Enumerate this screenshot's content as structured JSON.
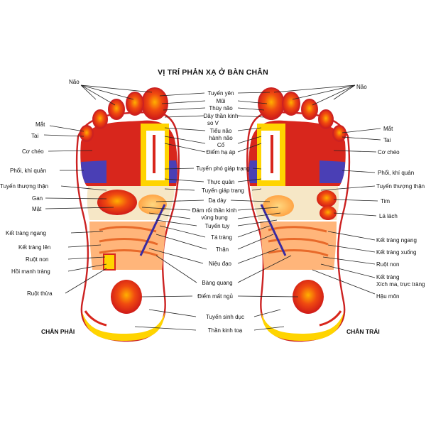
{
  "title": "VỊ TRÍ PHẢN XẠ Ở BÀN CHÂN",
  "captions": {
    "right_foot": "CHÂN PHẢI",
    "left_foot": "CHÂN TRÁI"
  },
  "labels": {
    "left_side": [
      "Não",
      "Mắt",
      "Tai",
      "Cơ chéo",
      "Phổi, khí quản",
      "Tuyến thượng thận",
      "Gan",
      "Mật",
      "Kết tràng ngang",
      "Kết tràng lên",
      "Ruột non",
      "Hồi manh tràng",
      "Ruột thừa"
    ],
    "center": [
      "Tuyến yên",
      "Mũi",
      "Thùy não",
      "Dây thần kinh",
      "so V",
      "Tiểu não",
      "hành não",
      "Cổ",
      "Điểm hạ áp",
      "Tuyến phó giáp trạng",
      "Thực quản",
      "Tuyến giáp trạng",
      "Dạ dày",
      "Đám rối thần kinh",
      "vùng bụng",
      "Tuyến tụy",
      "Tá tràng",
      "Thận",
      "Niệu đạo",
      "Bàng quang",
      "Điểm mất ngủ",
      "Tuyến sinh dục",
      "Thần kinh toạ"
    ],
    "right_side": [
      "Não",
      "Mắt",
      "Tai",
      "Cơ chéo",
      "Phổi, khí quản",
      "Tuyến thượng thận",
      "Tim",
      "Lá lách",
      "Kết tràng ngang",
      "Kết tràng xuống",
      "Ruột non",
      "Kết tràng",
      "Xích ma, trực tràng",
      "Hậu môn"
    ]
  }
}
